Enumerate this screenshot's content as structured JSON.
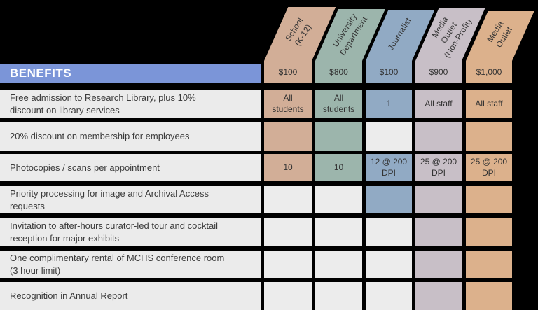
{
  "colors": {
    "background": "#000000",
    "benefits_bar": "#7b95d8",
    "empty_cell": "#ececec",
    "label_cell": "#ebebeb",
    "text_dark": "#3b3b3b",
    "text_light": "#ffffff"
  },
  "chart_data": {
    "type": "table",
    "title": "BENEFITS",
    "columns": [
      {
        "name": "School\n(K-12)",
        "price": "$100",
        "color": "#d2ae97"
      },
      {
        "name": "University\nDepartment",
        "price": "$800",
        "color": "#9cb5ac"
      },
      {
        "name": "Journalist",
        "price": "$100",
        "color": "#91aac4"
      },
      {
        "name": "Media Outlet\n(Non-Profit)",
        "price": "$900",
        "color": "#c8bfc7"
      },
      {
        "name": "Media Outlet",
        "price": "$1,000",
        "color": "#dcb18c"
      }
    ],
    "rows": [
      {
        "label": "Free admission to Research Library, plus 10% discount on library services",
        "cells": [
          {
            "text": "All students",
            "filled": true
          },
          {
            "text": "All students",
            "filled": true
          },
          {
            "text": "1",
            "filled": true
          },
          {
            "text": "All staff",
            "filled": true
          },
          {
            "text": "All staff",
            "filled": true
          }
        ]
      },
      {
        "label": "20% discount on membership for employees",
        "cells": [
          {
            "text": "",
            "filled": true
          },
          {
            "text": "",
            "filled": true
          },
          {
            "text": "",
            "filled": false
          },
          {
            "text": "",
            "filled": true
          },
          {
            "text": "",
            "filled": true
          }
        ]
      },
      {
        "label": "Photocopies / scans per appointment",
        "cells": [
          {
            "text": "10",
            "filled": true
          },
          {
            "text": "10",
            "filled": true
          },
          {
            "text": "12 @ 200 DPI",
            "filled": true
          },
          {
            "text": "25 @ 200 DPI",
            "filled": true
          },
          {
            "text": "25 @ 200 DPI",
            "filled": true
          }
        ]
      },
      {
        "label": "Priority processing for image and Archival Access requests",
        "cells": [
          {
            "text": "",
            "filled": false
          },
          {
            "text": "",
            "filled": false
          },
          {
            "text": "",
            "filled": true
          },
          {
            "text": "",
            "filled": true
          },
          {
            "text": "",
            "filled": true
          }
        ]
      },
      {
        "label": "Invitation to after-hours curator-led tour and cocktail reception for major exhibits",
        "cells": [
          {
            "text": "",
            "filled": false
          },
          {
            "text": "",
            "filled": false
          },
          {
            "text": "",
            "filled": false
          },
          {
            "text": "",
            "filled": true
          },
          {
            "text": "",
            "filled": true
          }
        ]
      },
      {
        "label": "One complimentary rental of MCHS conference room (3 hour limit)",
        "cells": [
          {
            "text": "",
            "filled": false
          },
          {
            "text": "",
            "filled": false
          },
          {
            "text": "",
            "filled": false
          },
          {
            "text": "",
            "filled": true
          },
          {
            "text": "",
            "filled": true
          }
        ]
      },
      {
        "label": "Recognition in Annual Report",
        "cells": [
          {
            "text": "",
            "filled": false
          },
          {
            "text": "",
            "filled": false
          },
          {
            "text": "",
            "filled": false
          },
          {
            "text": "",
            "filled": true
          },
          {
            "text": "",
            "filled": true
          }
        ]
      }
    ]
  }
}
